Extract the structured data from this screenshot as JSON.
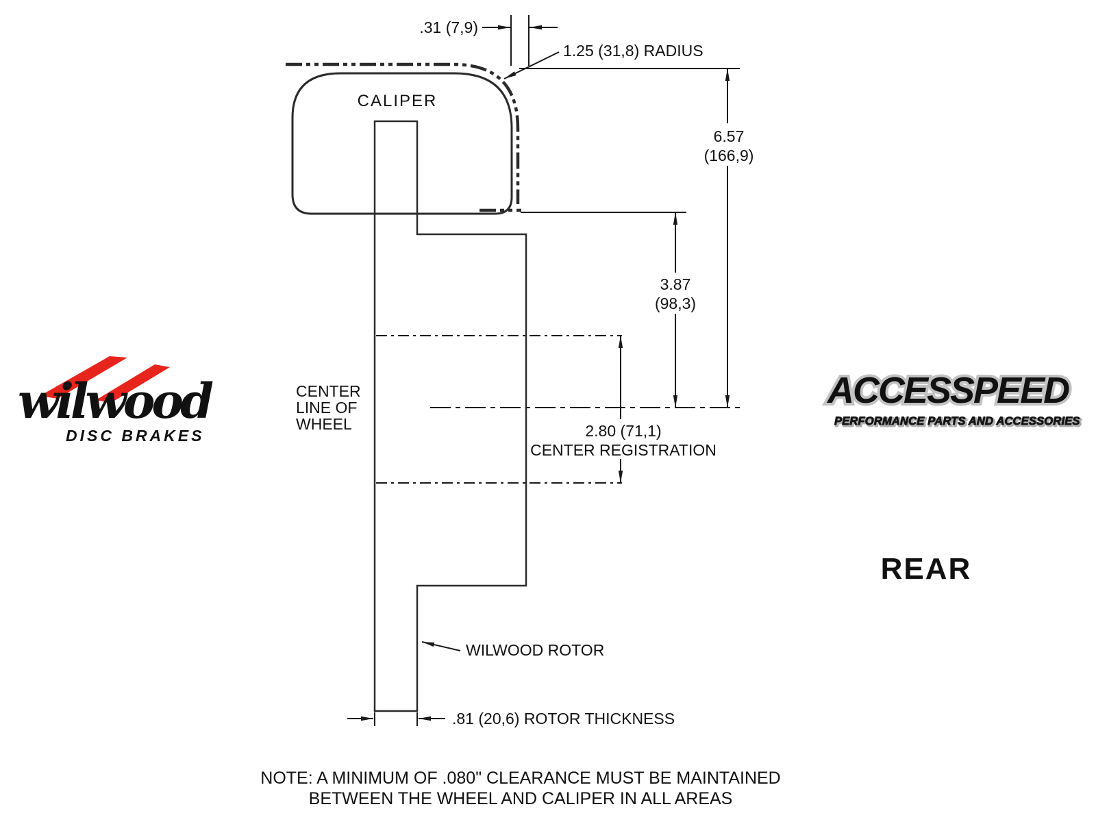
{
  "colors": {
    "background": "#ffffff",
    "caliper_fill": "#e9e9e9",
    "rotor_fill": "#c3c3c7",
    "line": "#1a1a1a",
    "wilwood_red": "#e8251c"
  },
  "diagram": {
    "caliper_label": "CALIPER",
    "dim_caliper_wheel_gap": ".31 (7,9)",
    "dim_radius": "1.25 (31,8) RADIUS",
    "dim_overall": {
      "line1": "6.57",
      "line2": "(166,9)"
    },
    "dim_mount_face": {
      "line1": "3.87",
      "line2": "(98,3)"
    },
    "dim_center_registration": {
      "line1": "2.80 (71,1)",
      "line2": "CENTER REGISTRATION"
    },
    "centerline_label": {
      "line1": "CENTER",
      "line2": "LINE OF",
      "line3": "WHEEL"
    },
    "rotor_callout": "WILWOOD ROTOR",
    "dim_rotor_thickness": ".81 (20,6) ROTOR THICKNESS",
    "note": {
      "line1": "NOTE: A MINIMUM OF .080\" CLEARANCE MUST BE MAINTAINED",
      "line2": "BETWEEN THE WHEEL AND CALIPER IN ALL AREAS"
    }
  },
  "branding": {
    "wilwood": {
      "wordmark": "wilwood",
      "tagline": "DISC BRAKES"
    },
    "accesspeed": {
      "wordmark": "ACCESSPEED",
      "tagline": "PERFORMANCE PARTS AND ACCESSORIES"
    }
  },
  "view_label": "REAR"
}
